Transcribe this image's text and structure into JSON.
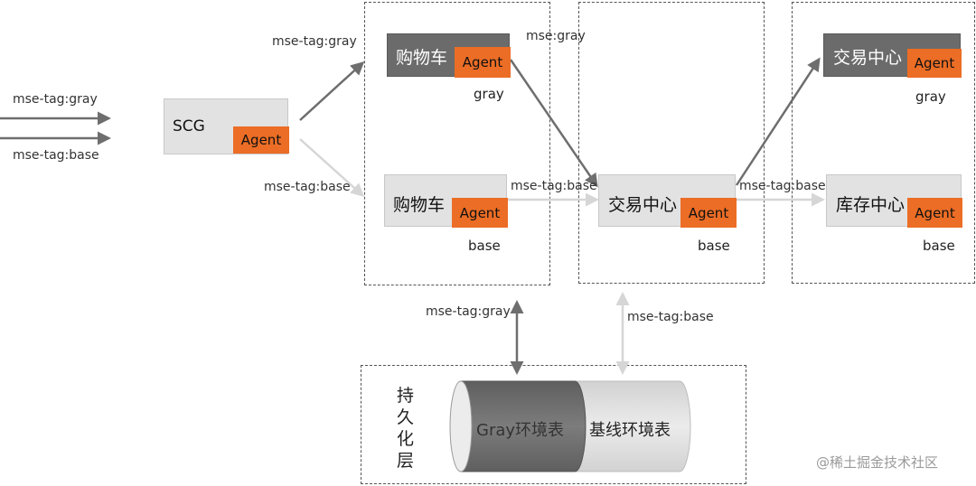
{
  "colors": {
    "agent": "#ec6d25",
    "gray_box": "#6b6b6b",
    "light_box": "#e2e2e2",
    "gray_arrow": "#6e6e6e",
    "base_arrow": "#d6d6d6",
    "gray_cylinder": "#6d6d6d",
    "base_cylinder": "#e0e0e0"
  },
  "entry": {
    "gray_label": "mse-tag:gray",
    "base_label": "mse-tag:base"
  },
  "scg": {
    "name": "SCG",
    "agent": "Agent"
  },
  "routes": {
    "scg_to_gray": "mse-tag:gray",
    "scg_to_base": "mse-tag:base",
    "cart_gray_to_trade": "mse:gray",
    "cart_base_to_trade": "mse-tag:base",
    "trade_to_right": "mse-tag:base",
    "zone1_to_store": "mse-tag:gray",
    "zone2_to_store": "mse-tag:base"
  },
  "services": {
    "cart_gray": {
      "name": "购物车",
      "agent": "Agent",
      "env": "gray"
    },
    "cart_base": {
      "name": "购物车",
      "agent": "Agent",
      "env": "base"
    },
    "trade_base": {
      "name": "交易中心",
      "agent": "Agent",
      "env": "base"
    },
    "trade_gray": {
      "name": "交易中心",
      "agent": "Agent",
      "env": "gray"
    },
    "stock_base": {
      "name": "库存中心",
      "agent": "Agent",
      "env": "base"
    }
  },
  "persistence": {
    "title_chars": [
      "持",
      "久",
      "化",
      "层"
    ],
    "gray_table": "Gray环境表",
    "base_table": "基线环境表"
  },
  "watermark": "@稀土掘金技术社区"
}
